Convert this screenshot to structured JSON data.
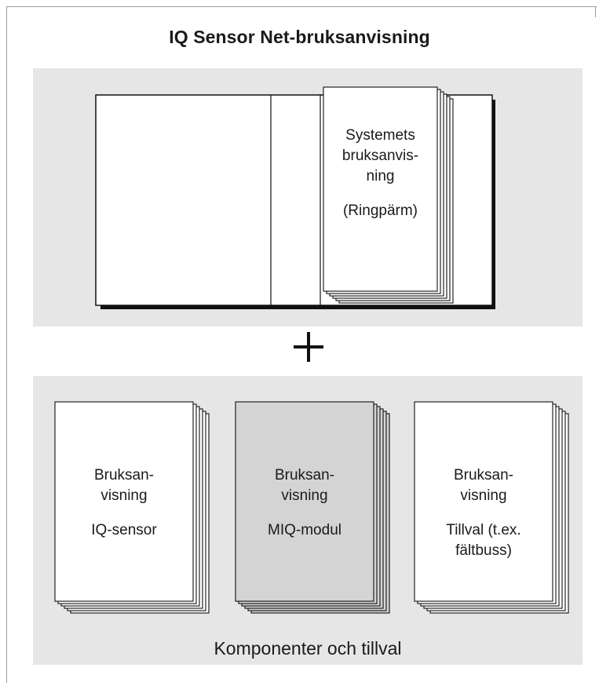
{
  "title": "IQ Sensor Net-bruksanvisning",
  "binder": {
    "line1": "Systemets",
    "line2": "bruksanvis-",
    "line3": "ning",
    "line4": "(Ringpärm)"
  },
  "manuals": [
    {
      "line1": "Bruksan-",
      "line2": "visning",
      "line3": "IQ-sensor",
      "line4": "",
      "fill": "#ffffff"
    },
    {
      "line1": "Bruksan-",
      "line2": "visning",
      "line3": "MIQ-modul",
      "line4": "",
      "fill": "#d4d4d4"
    },
    {
      "line1": "Bruksan-",
      "line2": "visning",
      "line3": "Tillval (t.ex.",
      "line4": "fältbuss)",
      "fill": "#ffffff"
    }
  ],
  "caption": "Komponenter och tillval",
  "plus_icon": "plus-icon"
}
